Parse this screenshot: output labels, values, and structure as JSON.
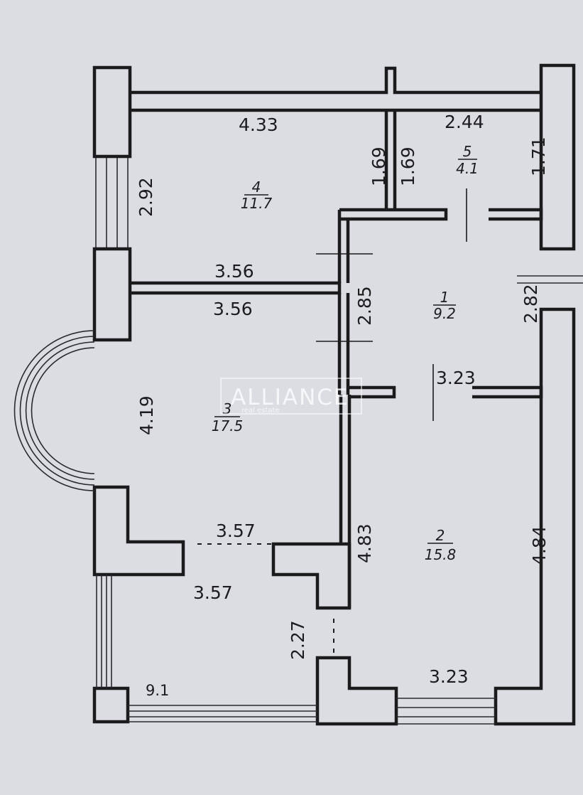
{
  "plan": {
    "dimensions": {
      "room4_top": "4.33",
      "room5_top": "2.44",
      "room4_left": "2.92",
      "room4_right": "1.69",
      "room5_left": "1.69",
      "room5_right": "1.71",
      "partition_top": "3.56",
      "partition_bottom": "3.56",
      "room1_left": "2.85",
      "room1_right": "2.82",
      "room1_bottom": "3.23",
      "room3_left": "4.19",
      "room3_bottom_dashed": "3.57",
      "room2_left": "4.83",
      "room2_right": "4.84",
      "hall_width": "3.57",
      "opening": "2.27",
      "bottom_left": "9.1",
      "bottom_right": "3.23"
    },
    "rooms": [
      {
        "number": "4",
        "area": "11.7"
      },
      {
        "number": "5",
        "area": "4.1"
      },
      {
        "number": "1",
        "area": "9.2"
      },
      {
        "number": "3",
        "area": "17.5"
      },
      {
        "number": "2",
        "area": "15.8"
      }
    ]
  },
  "watermark": {
    "brand": "ALLIANCE",
    "tagline": "real estate"
  },
  "colors": {
    "background": "#dcdde2",
    "lines": "#1b1b1d"
  }
}
